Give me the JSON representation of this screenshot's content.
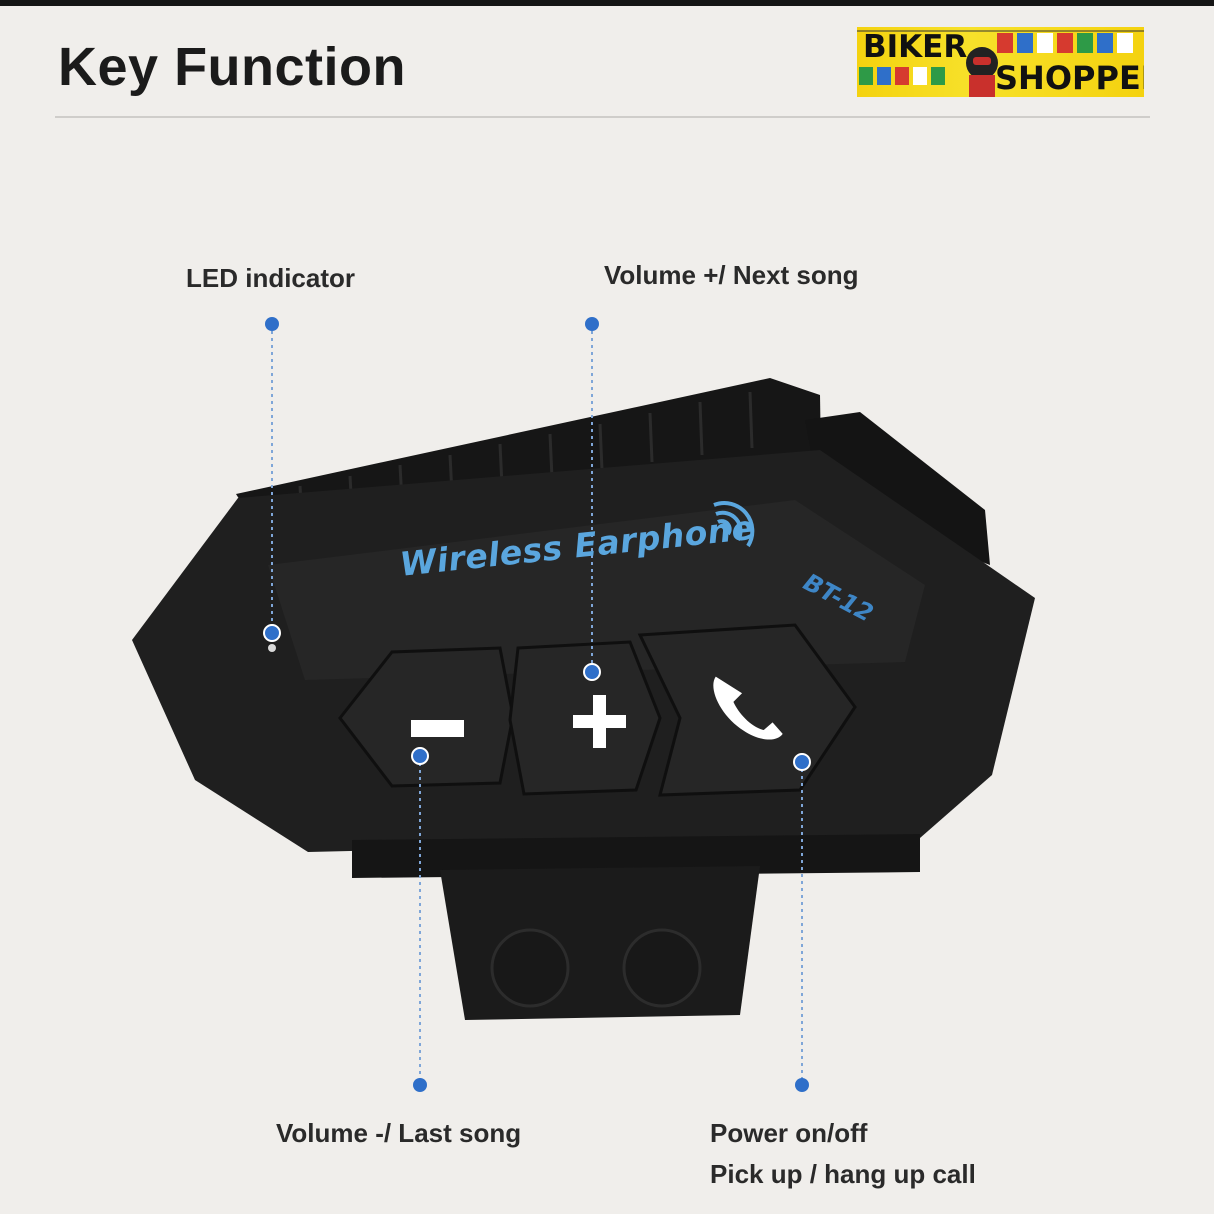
{
  "header": {
    "title": "Key Function"
  },
  "brand": {
    "logo_word_1": "BIKER",
    "logo_word_2": "SHOPPEE"
  },
  "device": {
    "printed_name": "Wireless Earphone",
    "model": "BT-12",
    "buttons": [
      {
        "icon": "minus-icon"
      },
      {
        "icon": "plus-icon"
      },
      {
        "icon": "phone-icon"
      }
    ]
  },
  "callouts": {
    "led": "LED indicator",
    "volume_up": "Volume +/ Next song",
    "volume_down": "Volume -/ Last song",
    "power_line_1": "Power on/off",
    "power_line_2": "Pick up / hang up call"
  },
  "colors": {
    "background": "#f0eeeb",
    "device_body": "#1e1e1e",
    "accent_blue": "#2f6fc9",
    "logo_yellow": "#f4d20f"
  }
}
